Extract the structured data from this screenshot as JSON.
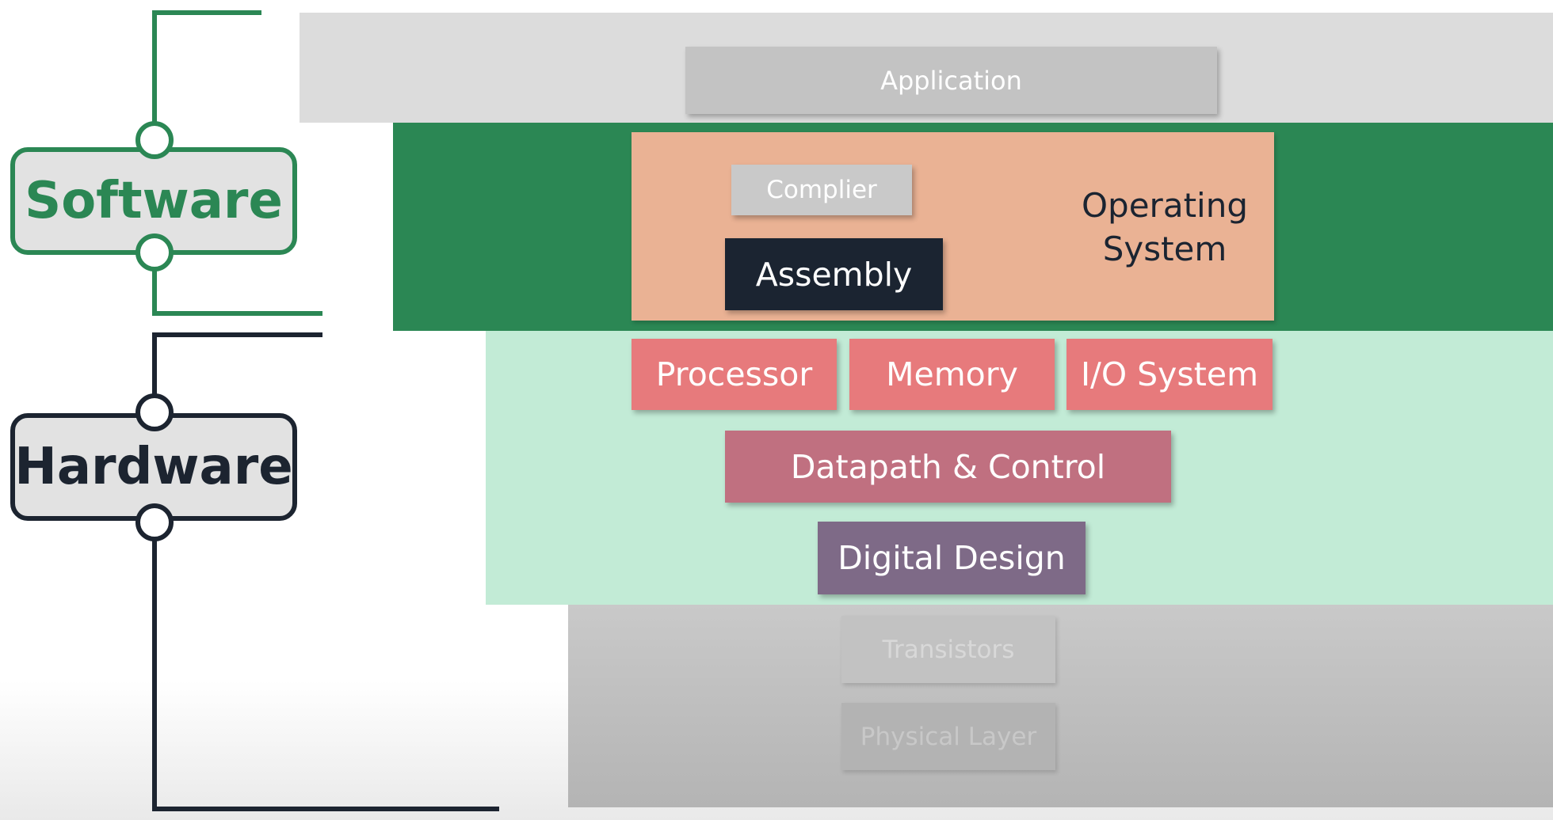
{
  "legend": {
    "software": {
      "label": "Software",
      "color": "#2b8754"
    },
    "hardware": {
      "label": "Hardware",
      "color": "#1c2430"
    }
  },
  "layers": {
    "application": {
      "label": "Application",
      "band_color": "#dcdcdc",
      "box_color": "#c3c3c3"
    },
    "software_band": {
      "color": "#2b8754"
    },
    "operating_system": {
      "label_line1": "Operating",
      "label_line2": "System",
      "color": "#eab294"
    },
    "compiler": {
      "label": "Complier",
      "color": "#c9c9c9"
    },
    "assembly": {
      "label": "Assembly",
      "color": "#1b2431"
    },
    "hardware_band": {
      "color": "#c2ebd6"
    },
    "processor": {
      "label": "Processor",
      "color": "#e77a7c"
    },
    "memory": {
      "label": "Memory",
      "color": "#e77a7c"
    },
    "io_system": {
      "label": "I/O System",
      "color": "#e77a7c"
    },
    "datapath_control": {
      "label": "Datapath & Control",
      "color": "#c07080"
    },
    "digital_design": {
      "label": "Digital Design",
      "color": "#7e6a87"
    },
    "physical_band": {
      "color": "#c8c8c8"
    },
    "transistors": {
      "label": "Transistors",
      "color": "#c2c2c2"
    },
    "physical_layer": {
      "label": "Physical Layer",
      "color": "#b3b3b3"
    }
  }
}
